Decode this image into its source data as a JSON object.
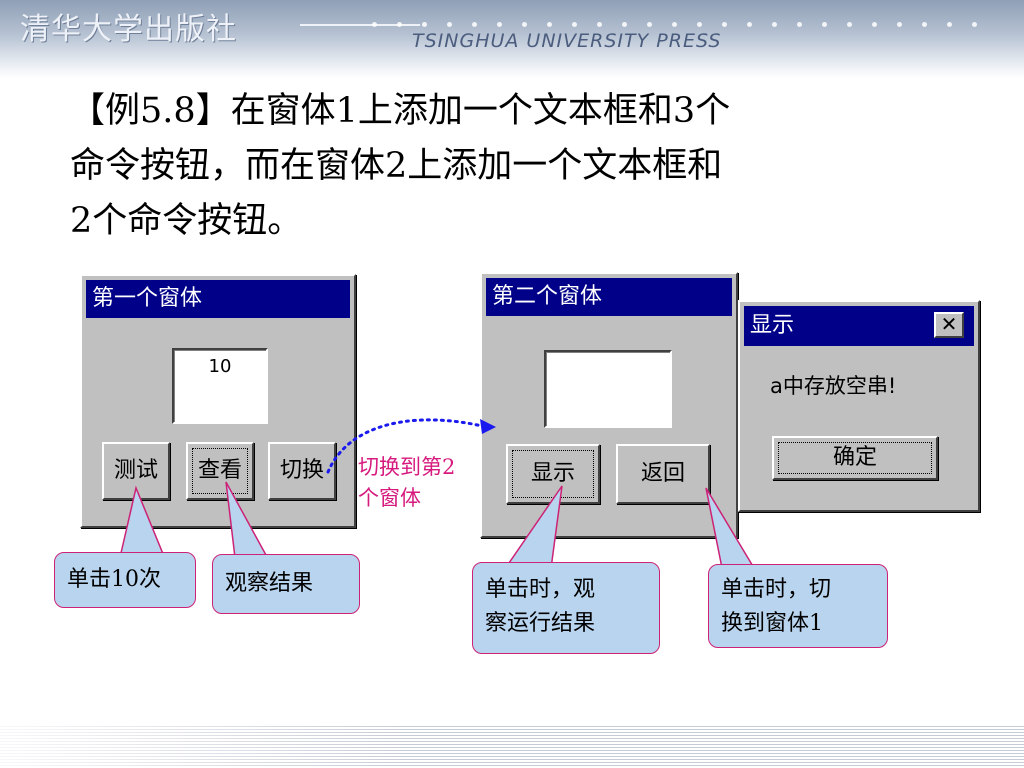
{
  "header": {
    "publisher": "清华大学出版社",
    "press": "TSINGHUA UNIVERSITY PRESS"
  },
  "title": {
    "line1": "【例5.8】在窗体1上添加一个文本框和3个",
    "line2": "命令按钮，而在窗体2上添加一个文本框和",
    "line3": "2个命令按钮。"
  },
  "form1": {
    "title": "第一个窗体",
    "textbox_value": "10",
    "buttons": {
      "test": "测试",
      "view": "查看",
      "switch": "切换"
    }
  },
  "form2": {
    "title": "第二个窗体",
    "textbox_value": "",
    "buttons": {
      "show": "显示",
      "back": "返回"
    }
  },
  "msgbox": {
    "title": "显示",
    "message": "a中存放空串!",
    "ok_label": "确定",
    "close_glyph": "✕"
  },
  "annotations": {
    "switch_note_line1": "切换到第2",
    "switch_note_line2": "个窗体",
    "callout_test": "单击10次",
    "callout_view": "观察结果",
    "callout_show_line1": "单击时，观",
    "callout_show_line2": "察运行结果",
    "callout_back_line1": "单击时，切",
    "callout_back_line2": "换到窗体1"
  },
  "colors": {
    "titlebar": "#000088",
    "window": "#c0c0c0",
    "callout_fill": "#b9d4ee",
    "callout_border": "#cc2277",
    "note_text": "#d61a7e",
    "arrow": "#1a1aee"
  }
}
